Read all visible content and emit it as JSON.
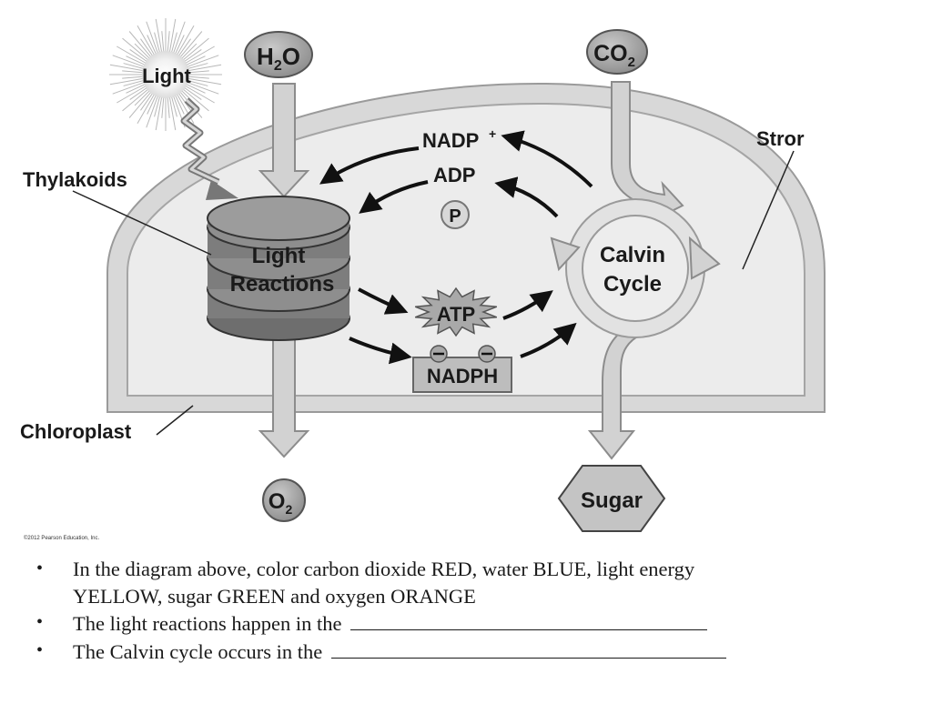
{
  "diagram": {
    "labels": {
      "light": "Light",
      "h2o_main": "H",
      "h2o_sub": "2",
      "h2o_tail": "O",
      "co2_main": "CO",
      "co2_sub": "2",
      "thylakoids": "Thylakoids",
      "stroma": "Stror",
      "light_reactions_line1": "Light",
      "light_reactions_line2": "Reactions",
      "calvin_line1": "Calvin",
      "calvin_line2": "Cycle",
      "nadp_main": "NADP",
      "nadp_sup": "+",
      "adp": "ADP",
      "p": "P",
      "atp": "ATP",
      "nadph": "NADPH",
      "chloroplast": "Chloroplast",
      "o2_main": "O",
      "o2_sub": "2",
      "sugar": "Sugar",
      "copyright": "©2012 Pearson Education, Inc."
    },
    "colors": {
      "stroma_fill": "#ebebeb",
      "membrane": "#cfcfcf",
      "arrow_fill": "#d2d2d2",
      "dark_disc": "#7a7a7a",
      "molecule_fill": "#a8a8a8"
    }
  },
  "questions": {
    "bullet": "•",
    "q1": "In the diagram above, color carbon dioxide RED, water BLUE, light energy YELLOW, sugar GREEN and oxygen ORANGE",
    "q2": "The light reactions happen in the",
    "q3": "The Calvin cycle occurs in the"
  }
}
